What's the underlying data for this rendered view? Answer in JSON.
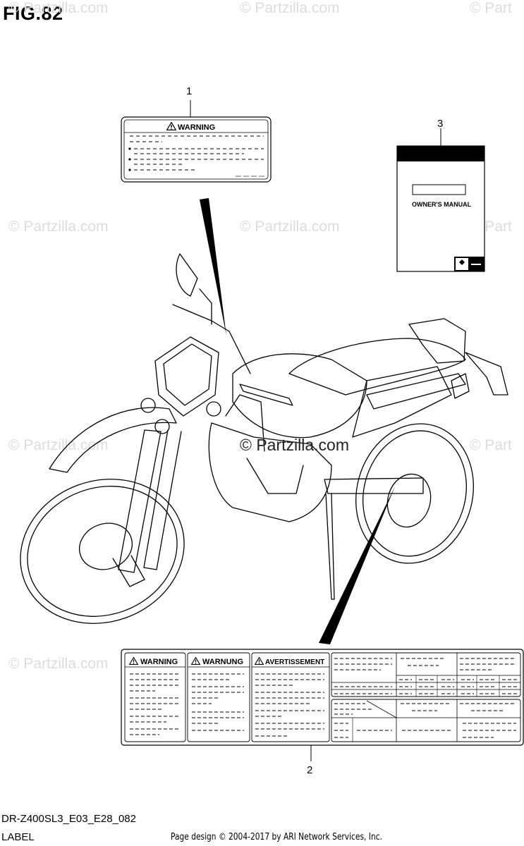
{
  "figure": {
    "title": "FIG.82",
    "model_code": "DR-Z400SL3_E03_E28_082",
    "section": "LABEL",
    "copyright": "Page design © 2004-2017 by ARI Network Services, Inc."
  },
  "watermark": {
    "text": "© Partzilla.com",
    "edge_text": "© Part"
  },
  "callouts": [
    {
      "number": "1",
      "part": "warning-label"
    },
    {
      "number": "2",
      "part": "multi-language-warning-label"
    },
    {
      "number": "3",
      "part": "owners-manual"
    }
  ],
  "labels": {
    "warning_label": {
      "header": "WARNING"
    },
    "owners_manual": {
      "title": "OWNER'S MANUAL"
    },
    "multi_label": {
      "headers": [
        "WARNING",
        "WARNUNG",
        "AVERTISSEMENT"
      ]
    }
  }
}
